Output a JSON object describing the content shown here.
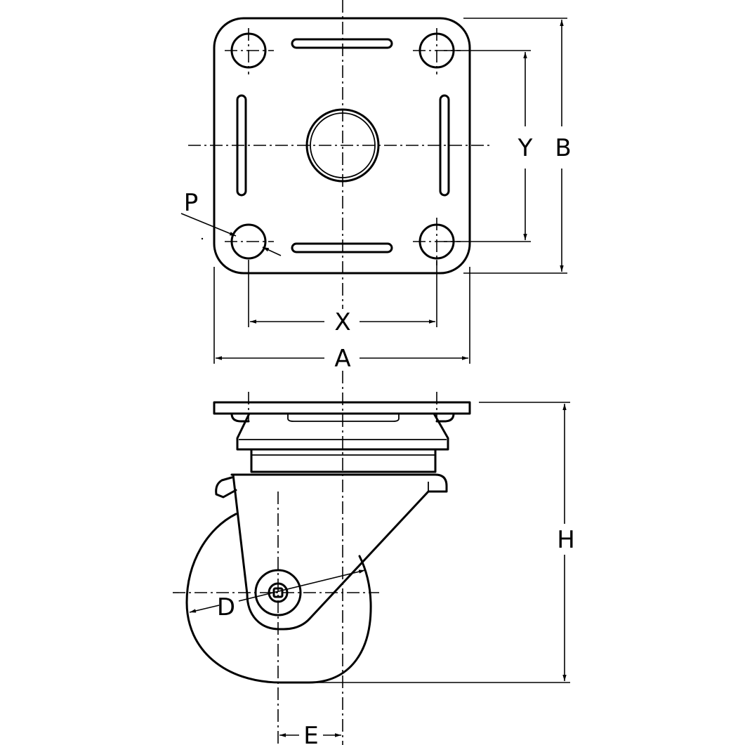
{
  "diagram": {
    "dimension_labels": {
      "A": "A",
      "B": "B",
      "X": "X",
      "Y": "Y",
      "P": "P",
      "H": "H",
      "D": "D",
      "E": "E"
    }
  }
}
